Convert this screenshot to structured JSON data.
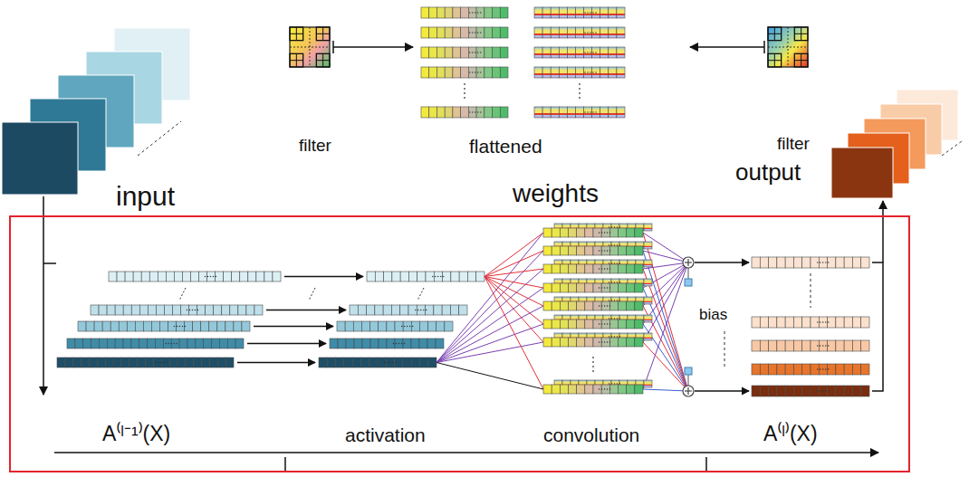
{
  "diagram": {
    "nodes": [
      {
        "text": [
          "bias",
          "A⁽ˡ⁻¹⁾(X)",
          "activation",
          "convolution",
          "A⁽ˡ⁾(X)"
        ]
      }
    ],
    "labels": [
      "filter",
      "flattened",
      "filter",
      "input",
      "weights",
      "output"
    ]
  }
}
